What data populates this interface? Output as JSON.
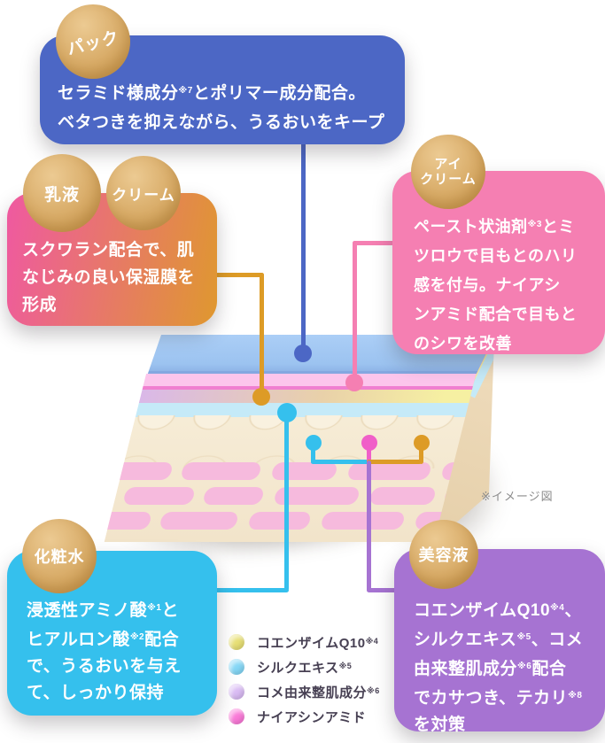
{
  "palette": {
    "pack_blue": "#4c67c5",
    "milk_gradient_from": "#ef59a1",
    "milk_gradient_to": "#df982f",
    "eye_pink": "#f57fb2",
    "lotion_cyan": "#35c0ed",
    "serum_purple": "#a673d2",
    "badge_gold": "#d8ab67",
    "connector_orange": "#dd9b26",
    "connector_magenta": "#f05fc8"
  },
  "badges": {
    "pack": "パック",
    "milk": "乳液",
    "cream": "クリーム",
    "eye": [
      "アイ",
      "クリーム"
    ],
    "lotion": "化粧水",
    "serum": "美容液"
  },
  "callouts": {
    "pack": {
      "lines": [
        "セラミド様成分※7とポリマー成分配合。",
        "ベタつきを抑えながら、うるおいをキープ"
      ]
    },
    "milk_cream": {
      "lines": [
        "スクワラン配合で、肌",
        "なじみの良い保湿膜を",
        "形成"
      ]
    },
    "eye_cream": {
      "lines": [
        "ペースト状油剤※3とミ",
        "ツロウで目もとのハリ",
        "感を付与。ナイアシ",
        "ンアミド配合で目もと",
        "のシワを改善"
      ]
    },
    "lotion": {
      "lines": [
        "浸透性アミノ酸※1と",
        "ヒアルロン酸※2配合",
        "で、うるおいを与え",
        "て、しっかり保持"
      ]
    },
    "serum": {
      "lines": [
        "コエンザイムQ10※4、",
        "シルクエキス※5、コメ",
        "由来整肌成分※6配合",
        "でカサつき、テカリ※8",
        "を対策"
      ]
    }
  },
  "legend": {
    "items": [
      {
        "label": "コエンザイムQ10※4",
        "color": "#e7df75"
      },
      {
        "label": "シルクエキス※5",
        "color": "#85d7f6"
      },
      {
        "label": "コメ由来整肌成分※6",
        "color": "#d9bbf3"
      },
      {
        "label": "ナイアシンアミド",
        "color": "#fa7ad8"
      }
    ]
  },
  "illustration": {
    "note": "※イメージ図",
    "beads": [
      "#a5daf8",
      "#f966d2",
      "#d2b3f1",
      "#ded77f",
      "#f966d2",
      "#a5daf8",
      "#f966d2",
      "#d2b3f1",
      "#f966d2",
      "#ded77f"
    ]
  }
}
